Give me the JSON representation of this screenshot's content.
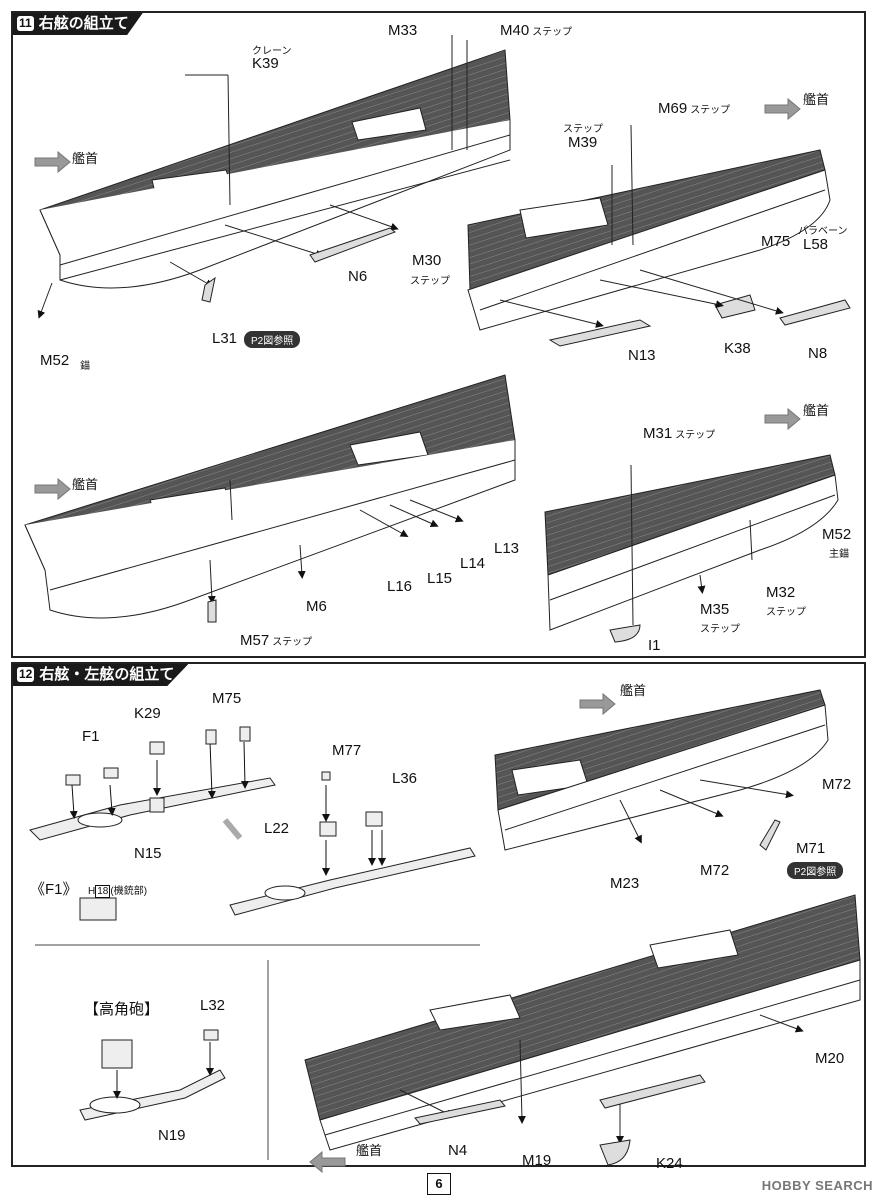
{
  "step11": {
    "number": "11",
    "title": "右舷の組立て"
  },
  "step12": {
    "number": "12",
    "title": "右舷・左舷の組立て"
  },
  "bow": "艦首",
  "labels": {
    "k39": "K39",
    "crane": "クレーン",
    "m33": "M33",
    "m40": "M40",
    "step": "ステップ",
    "n6": "N6",
    "m30": "M30",
    "l31": "L31",
    "p2ref": "P2図参照",
    "m52": "M52",
    "anchor": "錨",
    "main_anchor": "主錨",
    "m39": "M39",
    "m69": "M69",
    "m75": "M75",
    "l58": "L58",
    "paravane": "パラベーン",
    "n13": "N13",
    "k38": "K38",
    "n8": "N8",
    "m6": "M6",
    "m57": "M57",
    "l16": "L16",
    "l15": "L15",
    "l14": "L14",
    "l13": "L13",
    "m31": "M31",
    "m32": "M32",
    "m35": "M35",
    "i1": "I1",
    "f1": "F1",
    "k29": "K29",
    "n15": "N15",
    "f1_detail": "《F1》",
    "h18": "H",
    "h18_num": "18",
    "mg": "(機銃部)",
    "m77": "M77",
    "l36": "L36",
    "l22": "L22",
    "m72": "M72",
    "m71": "M71",
    "m23": "M23",
    "ha_gun": "【高角砲】",
    "l32": "L32",
    "n19": "N19",
    "n4": "N4",
    "m19": "M19",
    "k24": "K24",
    "m20": "M20"
  },
  "page_number": "6",
  "watermark": "HOBBY SEARCH"
}
